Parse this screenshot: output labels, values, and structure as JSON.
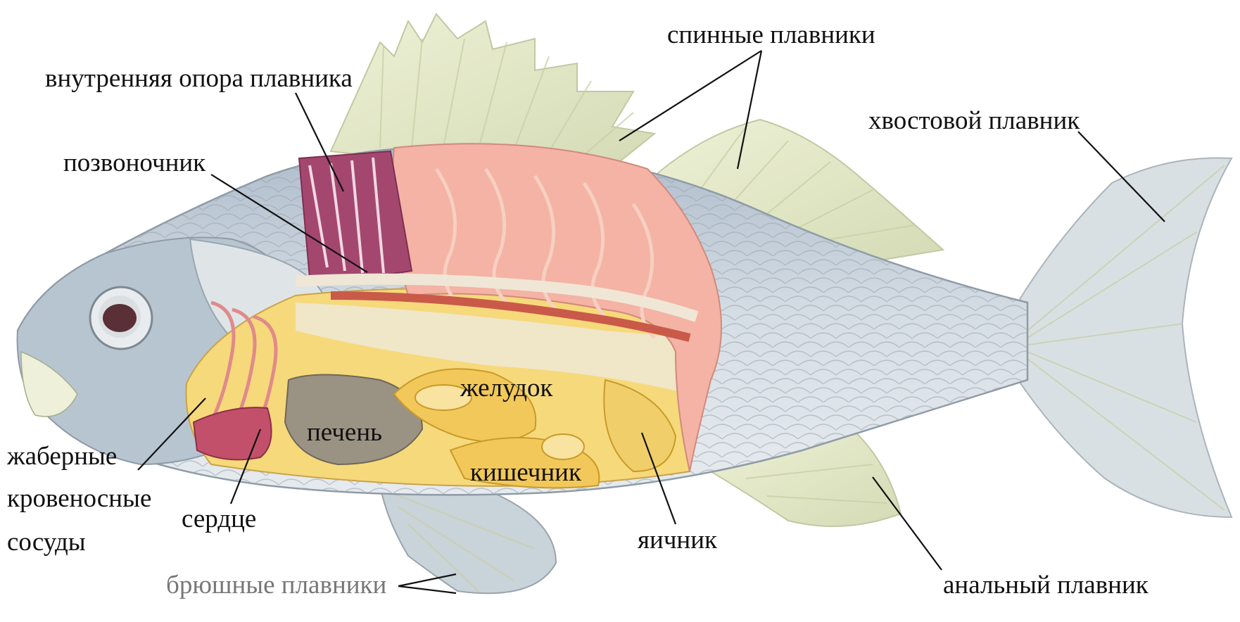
{
  "labels": {
    "dorsal_fins": "спинные плавники",
    "fin_support": "внутренняя опора плавника",
    "tail_fin": "хвостовой плавник",
    "spine": "позвоночник",
    "stomach": "желудок",
    "liver": "печень",
    "intestine": "кишечник",
    "gill_vessels_1": "жаберные",
    "gill_vessels_2": "кровеносные",
    "gill_vessels_3": "сосуды",
    "heart": "сердце",
    "ovary": "яичник",
    "pelvic_fins": "брюшные плавники",
    "anal_fin": "анальный плавник"
  },
  "colors": {
    "body": "#c4d0da",
    "fin": "#e3e8c9",
    "muscle": "#f4b3a4",
    "cavity": "#f6d97a",
    "liver": "#9a9283",
    "heart": "#c2506a",
    "fin_support": "#a4476e"
  }
}
